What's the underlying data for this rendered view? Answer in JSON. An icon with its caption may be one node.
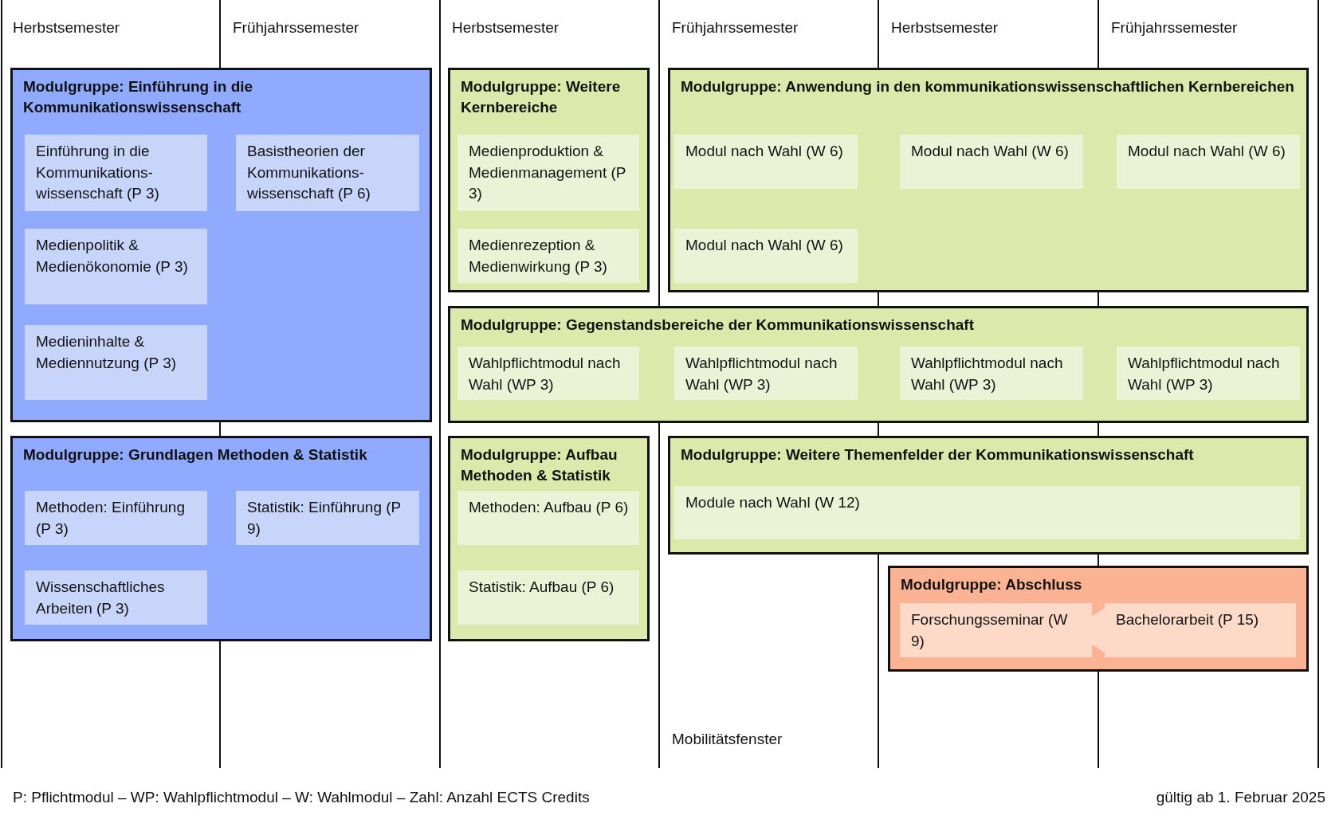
{
  "diagram": {
    "nodes": [
      {
        "text": [
          "Modulgruppe: Einführung in die Kommunikationswissenschaft"
        ]
      },
      {
        "text": [
          "Einführung in die Kommunikations-wissenschaft (P 3)"
        ],
        "in": 0
      },
      {
        "text": [
          "Basistheorien der Kommunikations-wissenschaft (P 6)"
        ],
        "in": 0
      },
      {
        "text": [
          "Medienpolitik & Medienökonomie (P 3)"
        ],
        "in": 0
      },
      {
        "text": [
          "Medieninhalte & Mediennutzung (P 3)"
        ],
        "in": 0
      },
      {
        "text": [
          "Modulgruppe: Weitere Kernbereiche"
        ]
      },
      {
        "text": [
          "Medienproduktion & Medienmanagement (P 3)"
        ],
        "in": 5
      },
      {
        "text": [
          "Medienrezeption & Medienwirkung (P 3)"
        ],
        "in": 5
      },
      {
        "text": [
          "Modulgruppe: Anwendung in den kommunikationswissenschaftlichen Kernbereichen"
        ]
      },
      {
        "text": [
          "Modul nach Wahl (W 6)"
        ],
        "in": 8
      },
      {
        "text": [
          "Modul nach Wahl (W 6)"
        ],
        "in": 8
      },
      {
        "text": [
          "Modul nach Wahl (W 6)"
        ],
        "in": 8
      },
      {
        "text": [
          "Modul nach Wahl (W 6)"
        ],
        "in": 8
      },
      {
        "text": [
          "Modulgruppe: Gegenstandsbereiche der Kommunikationswissenschaft"
        ]
      },
      {
        "text": [
          "Wahlpflichtmodul nach Wahl (WP 3)"
        ],
        "in": 13
      },
      {
        "text": [
          "Wahlpflichtmodul nach Wahl (WP 3)"
        ],
        "in": 13
      },
      {
        "text": [
          "Wahlpflichtmodul nach Wahl (WP 3)"
        ],
        "in": 13
      },
      {
        "text": [
          "Wahlpflichtmodul nach Wahl (WP 3)"
        ],
        "in": 13
      },
      {
        "text": [
          "Modulgruppe: Grundlagen Methoden & Statistik"
        ]
      },
      {
        "text": [
          "Methoden: Einführung (P 3)"
        ],
        "in": 18
      },
      {
        "text": [
          "Statistik: Einführung (P 9)"
        ],
        "in": 18
      },
      {
        "text": [
          "Wissenschaftliches Arbeiten (P 3)"
        ],
        "in": 18
      },
      {
        "text": [
          "Modulgruppe: Aufbau Methoden & Statistik"
        ]
      },
      {
        "text": [
          "Methoden: Aufbau (P 6)"
        ],
        "in": 22
      },
      {
        "text": [
          "Statistik: Aufbau (P 6)"
        ],
        "in": 22
      },
      {
        "text": [
          "Modulgruppe: Weitere Themenfelder der Kommunikationswissenschaft"
        ]
      },
      {
        "text": [
          "Module nach Wahl (W 12)"
        ],
        "in": 25
      },
      {
        "text": [
          "Modulgruppe: Abschluss"
        ]
      },
      {
        "text": [
          "Forschungsseminar (W 9)"
        ],
        "in": 27
      },
      {
        "text": [
          "Bachelorarbeit (P 15)"
        ],
        "in": 27
      }
    ],
    "edges": [
      {
        "from": 28,
        "to": 29,
        "arrow": "none"
      }
    ],
    "labels": [
      "Herbstsemester",
      "Frühjahrssemester",
      "Herbstsemester",
      "Frühjahrssemester",
      "Herbstsemester",
      "Frühjahrssemester",
      "Mobilitätsfenster",
      "P: Pflichtmodul – WP: Wahlpflichtmodul – W: Wahlmodul – Zahl: Anzahl ECTS Credits",
      "gültig ab 1. Februar 2025"
    ]
  }
}
